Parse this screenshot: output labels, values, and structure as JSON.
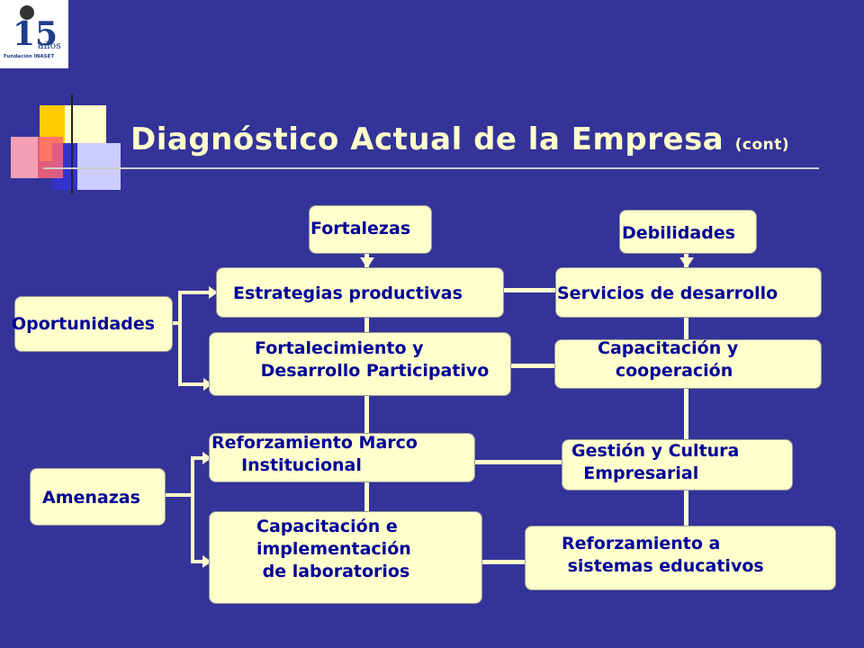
{
  "logo": {
    "number": "15",
    "anos": "años",
    "foundation": "Fundación INASET"
  },
  "title": {
    "main": "Diagnóstico Actual de la Empresa",
    "suffix": "(cont)"
  },
  "headers": {
    "fortalezas": "Fortalezas",
    "debilidades": "Debilidades",
    "oportunidades": "Oportunidades",
    "amenazas": "Amenazas"
  },
  "fortalezas_items": [
    "Estrategias productivas",
    "Fortalecimiento y\n Desarrollo Participativo",
    "Reforzamiento Marco\n     Institucional",
    "Capacitación e\nimplementación\n de laboratorios"
  ],
  "debilidades_items": [
    "Servicios de desarrollo",
    "Capacitación y\n   cooperación",
    "Gestión y Cultura\n  Empresarial",
    "Reforzamiento a\n sistemas educativos"
  ],
  "colors": {
    "background": "#333399",
    "box_fill": "#ffffcc",
    "box_text": "#000099",
    "title": "#ffffcc"
  }
}
